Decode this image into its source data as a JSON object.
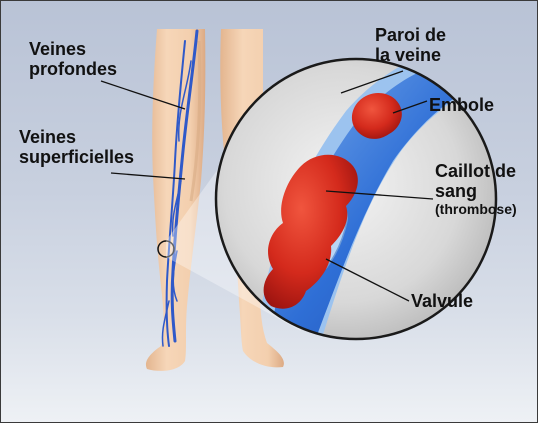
{
  "labels": {
    "deep_veins": [
      "Veines",
      "profondes"
    ],
    "superficial_veins": [
      "Veines",
      "superficielles"
    ],
    "vein_wall": [
      "Paroi de",
      "la veine"
    ],
    "embolus": "Embole",
    "clot": [
      "Caillot de",
      "sang"
    ],
    "clot_note": "(thrombose)",
    "valve": "Valvule"
  },
  "colors": {
    "skin": "#f3d1b0",
    "skin_shadow": "#d9ab86",
    "vein": "#2f59c9",
    "clot": "#d42a1c",
    "background": "#c8d0df"
  }
}
